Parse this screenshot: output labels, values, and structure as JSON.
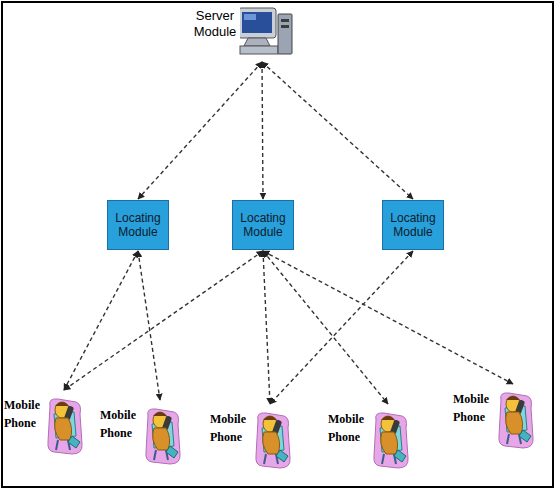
{
  "diagram": {
    "nodes": [
      {
        "text": [
          "Server Module"
        ]
      },
      {
        "text": [
          "Locating Module"
        ]
      },
      {
        "text": [
          "Locating Module"
        ]
      },
      {
        "text": [
          "Locating Module"
        ]
      },
      {
        "text": [
          "Mobile Phone"
        ]
      },
      {
        "text": [
          "Mobile Phone"
        ]
      },
      {
        "text": [
          "Mobile Phone"
        ]
      },
      {
        "text": [
          "Mobile Phone"
        ]
      },
      {
        "text": [
          "Mobile Phone"
        ]
      }
    ],
    "edges": [
      {
        "from": 0,
        "to": 1,
        "arrow": "both"
      },
      {
        "from": 0,
        "to": 2,
        "arrow": "both"
      },
      {
        "from": 0,
        "to": 3,
        "arrow": "both"
      },
      {
        "from": 1,
        "to": 4,
        "arrow": "both"
      },
      {
        "from": 1,
        "to": 5,
        "arrow": "both"
      },
      {
        "from": 2,
        "to": 4,
        "arrow": "both"
      },
      {
        "from": 2,
        "to": 6,
        "arrow": "both"
      },
      {
        "from": 2,
        "to": 7,
        "arrow": "both"
      },
      {
        "from": 2,
        "to": 8,
        "arrow": "both"
      },
      {
        "from": 3,
        "to": 6,
        "arrow": "both"
      }
    ]
  }
}
